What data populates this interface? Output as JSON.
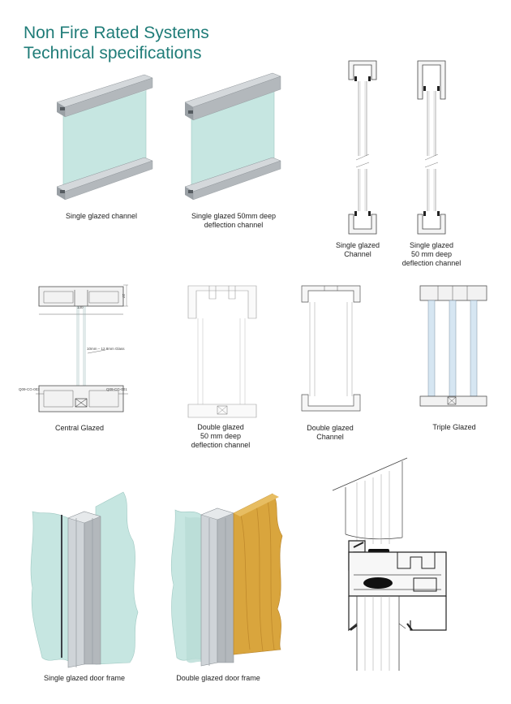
{
  "title": {
    "line1": "Non Fire Rated Systems",
    "line2": "Technical specifications"
  },
  "captions": {
    "single_glazed_channel": "Single glazed channel",
    "single_glazed_50mm": [
      "Single glazed 50mm deep",
      "deflection channel"
    ],
    "single_glazed_channel_section": [
      "Single glazed",
      "Channel"
    ],
    "single_glazed_50mm_section": [
      "Single glazed",
      "50 mm deep",
      "deflection channel"
    ],
    "central_glazed": "Central Glazed",
    "double_glazed_50mm": [
      "Double glazed",
      "50 mm deep",
      "deflection channel"
    ],
    "double_glazed_channel": [
      "Double glazed",
      "Channel"
    ],
    "triple_glazed": "Triple Glazed",
    "single_glazed_door_frame": "Single glazed door frame",
    "double_glazed_door_frame": "Double glazed door frame"
  },
  "drawing_labels": {
    "glass": "10mm – 12.8mm Glass",
    "part_left": "Q09-CG-003",
    "part_right": "Q09-CG-001",
    "width": "130",
    "height": "27"
  },
  "colors": {
    "title": "#1f7c78",
    "glass": "#c6e6e1",
    "aluminium": "#b9bec2",
    "timber": "#d9a53d"
  }
}
